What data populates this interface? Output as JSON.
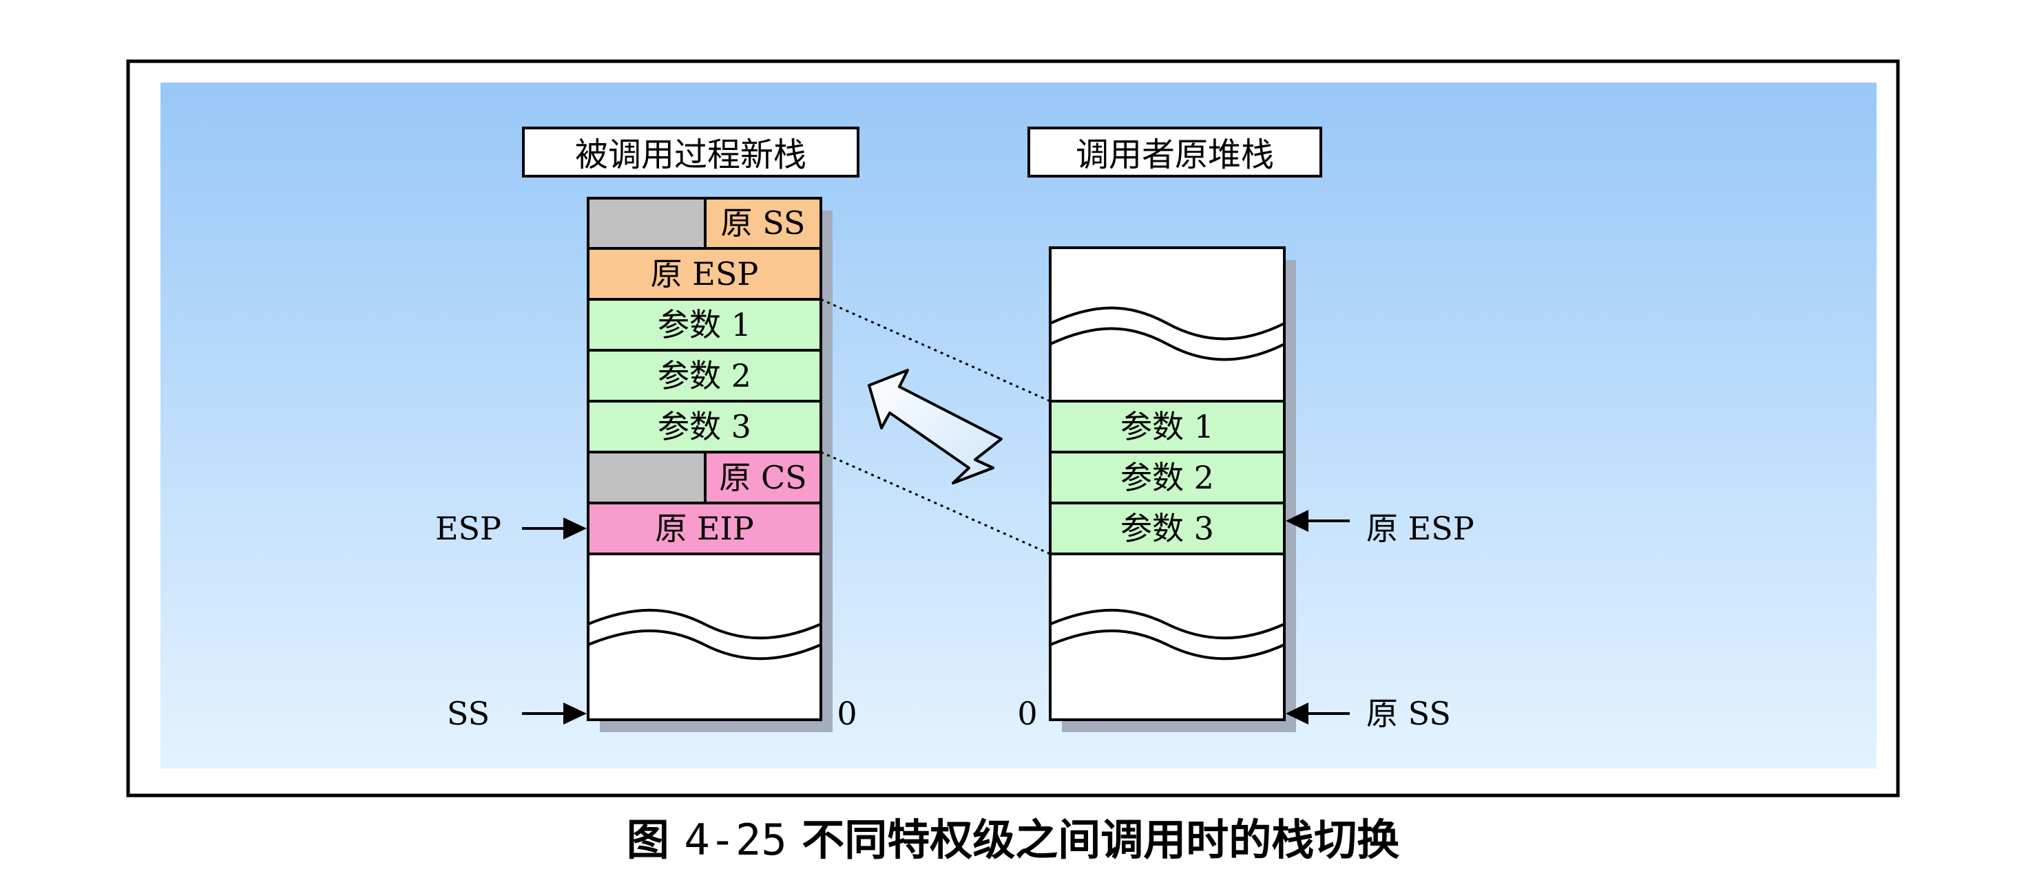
{
  "diagram": {
    "new_stack_title": "被调用过程新栈",
    "old_stack_title": "调用者原堆栈",
    "new_stack_cells": {
      "old_ss": "原 SS",
      "old_esp": "原 ESP",
      "param1": "参数 1",
      "param2": "参数 2",
      "param3": "参数 3",
      "old_cs": "原 CS",
      "old_eip": "原 EIP"
    },
    "old_stack_cells": {
      "param1": "参数 1",
      "param2": "参数 2",
      "param3": "参数 3"
    },
    "pointers": {
      "esp": "ESP",
      "ss": "SS",
      "old_esp": "原 ESP",
      "old_ss": "原 SS"
    },
    "zero_new": "0",
    "zero_old": "0",
    "colors": {
      "background_top": "#98c8f8",
      "background_bottom": "#e4f3ff",
      "orange": "#fbc790",
      "green": "#c9f8c9",
      "pink": "#f79ccc",
      "gray": "#c0c0c0",
      "shadow": "#a3adbb"
    }
  },
  "caption": {
    "figure_label": "图",
    "figure_number": "4-25",
    "title": "不同特权级之间调用时的栈切换"
  }
}
